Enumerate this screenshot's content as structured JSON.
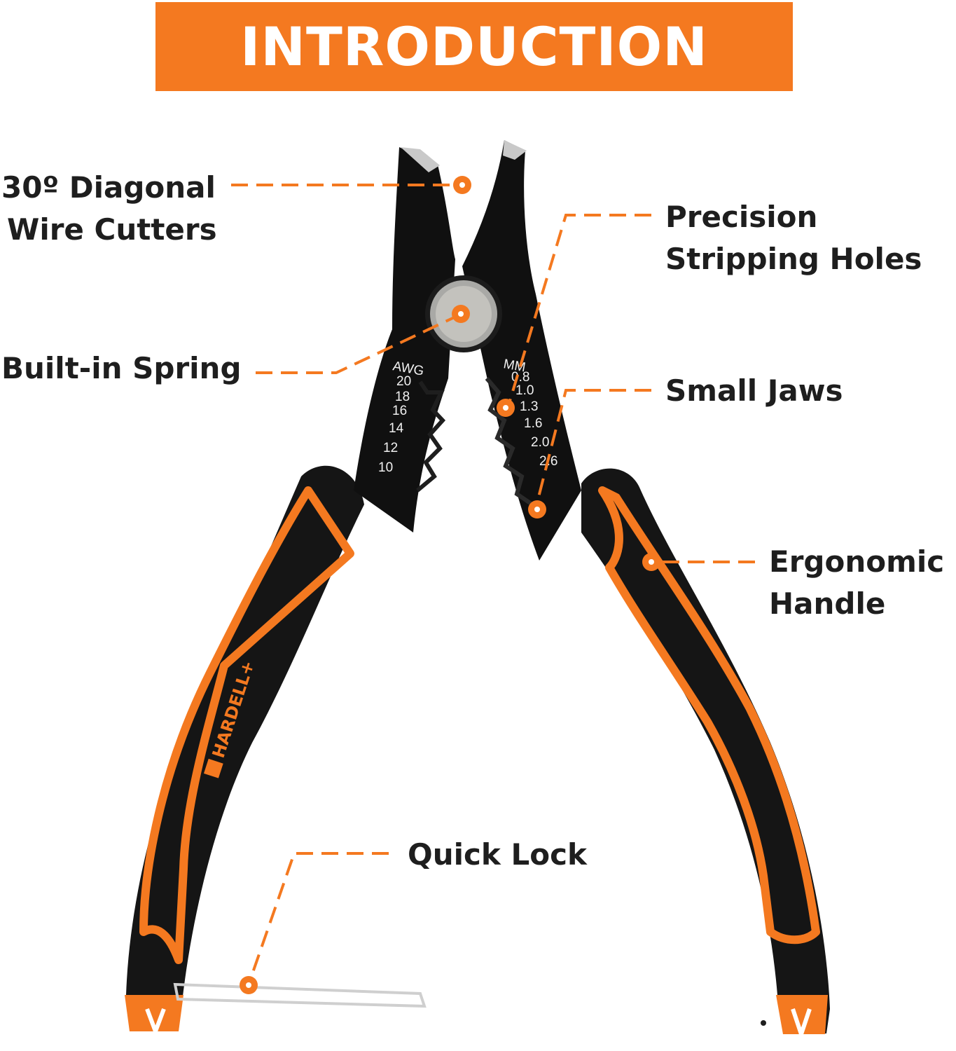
{
  "banner": {
    "title": "INTRODUCTION"
  },
  "callouts": {
    "diagonal_cutters": {
      "line1": "30º Diagonal",
      "line2": "Wire Cutters"
    },
    "stripping_holes": {
      "line1": "Precision",
      "line2": "Stripping Holes"
    },
    "built_in_spring": {
      "text": "Built-in Spring"
    },
    "small_jaws": {
      "text": "Small Jaws"
    },
    "ergonomic_handle": {
      "line1": "Ergonomic",
      "line2": "Handle"
    },
    "quick_lock": {
      "text": "Quick Lock"
    }
  },
  "tool": {
    "brand": "HARDELL+",
    "awg_header": "AWG",
    "awg_sizes": [
      "20",
      "18",
      "16",
      "14",
      "12",
      "10"
    ],
    "mm_header": "MM",
    "mm_sizes": [
      "0.8",
      "1.0",
      "1.3",
      "1.6",
      "2.0",
      "2.6"
    ]
  },
  "colors": {
    "accent": "#f47920",
    "text": "#1e1e1e",
    "handle": "#141414"
  }
}
